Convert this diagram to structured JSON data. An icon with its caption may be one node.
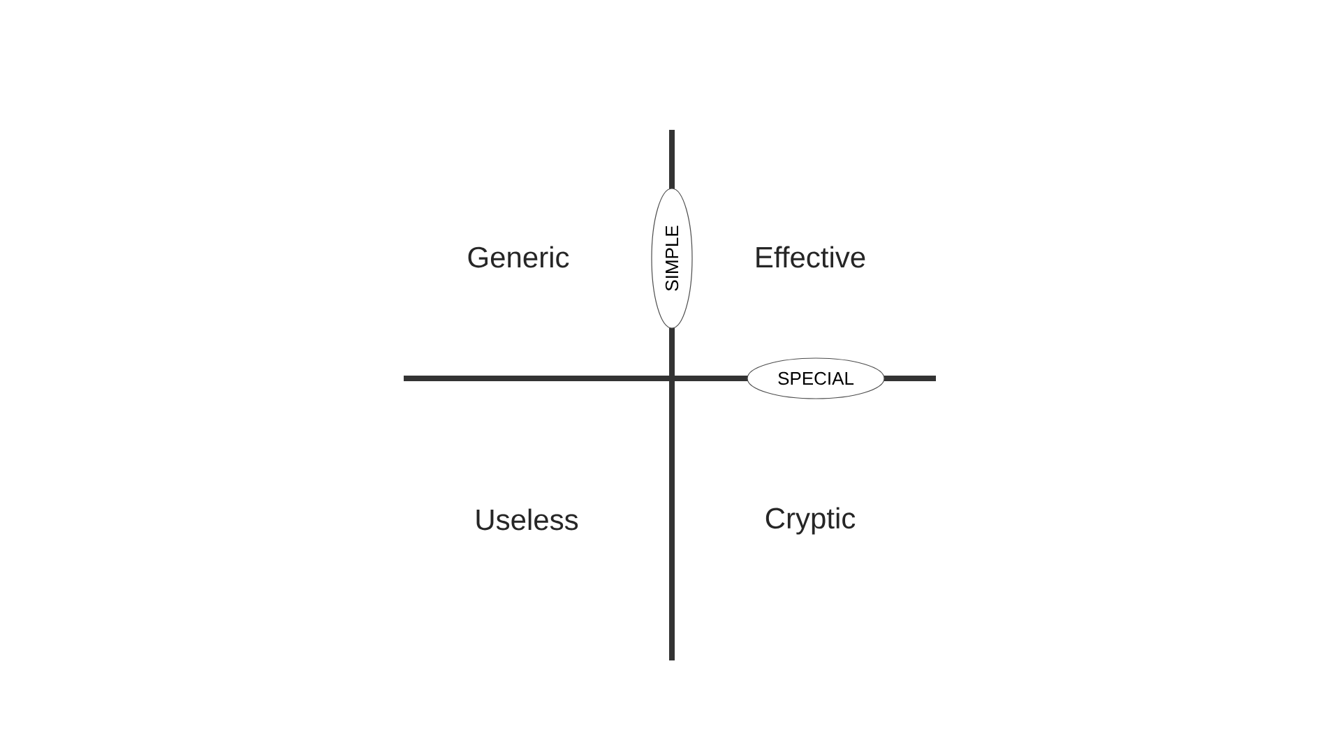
{
  "diagram": {
    "nodes": [
      {
        "text": [
          "SIMPLE"
        ]
      },
      {
        "text": [
          "SPECIAL"
        ]
      }
    ],
    "edges": [],
    "labels": [
      "Generic",
      "Effective",
      "Useless",
      "Cryptic"
    ]
  }
}
